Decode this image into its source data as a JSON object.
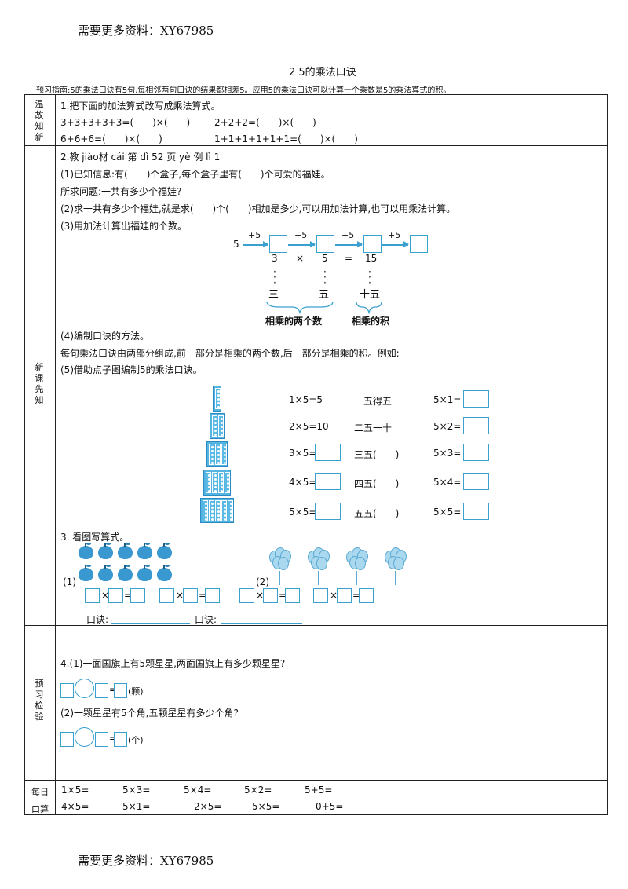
{
  "header_text": "需要更多资料：XY67985",
  "footer_text": "需要更多资料：XY67985",
  "title": "2  5的乘法口诀",
  "guide": "预习指南:5的乘法口诀有5句,每相邻两句口诀的结果都相差5。应用5的乘法口诀可以计算一个乘数是5的乘法算式的积。",
  "sections": {
    "review": "温故知新",
    "new": "新课先知",
    "preview": "预习检验",
    "daily": "每日口算"
  },
  "review": {
    "q1_title": "1.把下面的加法算式改写成乘法算式。",
    "a": "3+3+3+3+3=(　　)×(　　)",
    "b": "2+2+2=(　　)×(　　)",
    "c": "6+6+6=(　　)×(　　)",
    "d": "1+1+1+1+1+1=(　　)×(　　)"
  },
  "new_lesson": {
    "q2_title": "2.教 jiào材 cái 第 dì 52 页 yè 例 lì 1",
    "p1": "(1)已知信息:有(　　)个盒子,每个盒子里有(　　)个可爱的福娃。",
    "p2": "所求问题:一共有多少个福娃?",
    "p3": "(2)求一共有多少个福娃,就是求(　　)个(　　)相加是多少,可以用加法计算,也可以用乘法计算。",
    "p4": "(3)用加法计算出福娃的个数。",
    "diagram": {
      "start": "5",
      "steps": [
        "+5",
        "+5",
        "+5",
        "+5"
      ],
      "n1": "3",
      "times": "×",
      "n2": "5",
      "eq": "=",
      "prod": "15",
      "c1": "三",
      "c2": "五",
      "c3": "十五",
      "lbl1": "相乘的两个数",
      "lbl2": "相乘的积"
    },
    "p5": "(4)编制口诀的方法。",
    "p6": "每句乘法口诀由两部分组成,前一部分是相乘的两个数,后一部分是相乘的积。例如:",
    "p7": "(5)借助点子图编制5的乘法口诀。",
    "col1": [
      "1×5=5",
      "2×5=10",
      "3×5=",
      "4×5=",
      "5×5="
    ],
    "col2": [
      "一五得五",
      "二五一十",
      "三五(　　)",
      "四五(　　)",
      "五五(　　)"
    ],
    "col3": [
      "5×1=",
      "5×2=",
      "5×3=",
      "5×4=",
      "5×5="
    ]
  },
  "q3": {
    "title": "3.  看图写算式。",
    "l1": "(1)",
    "l2": "(2)",
    "times": "×",
    "eq": "=",
    "kj1": "口诀:",
    "kj2": "口诀:"
  },
  "preview": {
    "q4": "4.(1)一面国旗上有5颗星星,两面国旗上有多少颗星星?",
    "unit1": "(颗)",
    "q4b": "(2)一颗星星有5个角,五颗星星有多少个角?",
    "unit2": "(个)",
    "eq": "="
  },
  "daily": {
    "row1": [
      "1×5=",
      "5×3=",
      "5×4=",
      "5×2=",
      "5+5="
    ],
    "row2": [
      "4×5=",
      "5×1=",
      "2×5=",
      "5×5=",
      "0+5="
    ]
  }
}
